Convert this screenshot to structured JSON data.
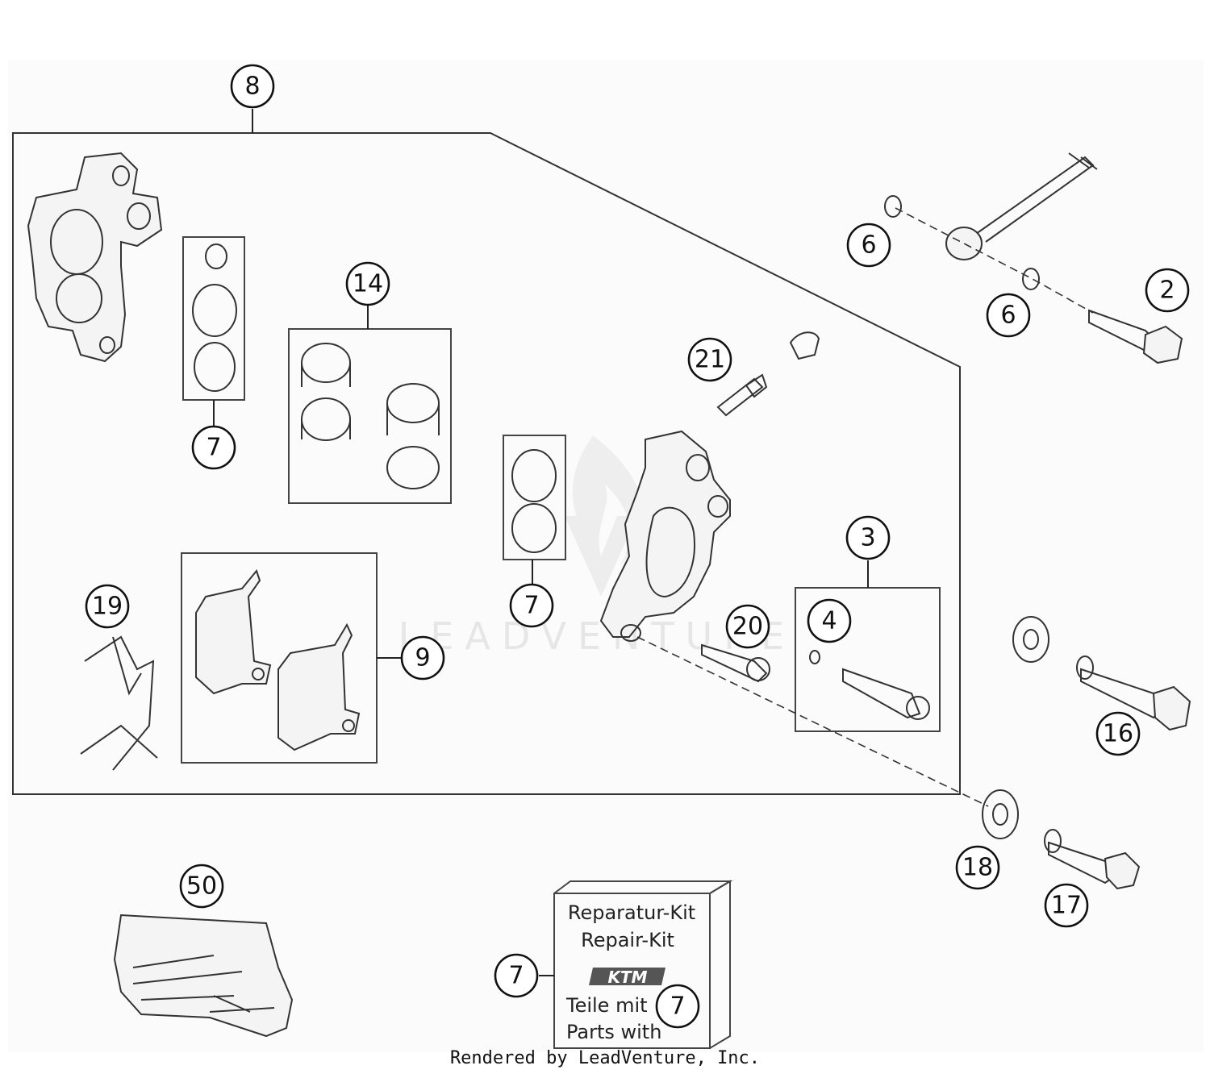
{
  "watermark": "LEADVENTURE",
  "footer": "Rendered by LeadVenture, Inc.",
  "repair_box": {
    "line1": "Reparatur-Kit",
    "line2": "Repair-Kit",
    "brand": "KTM",
    "line3": "Teile mit",
    "line4": "Parts with"
  },
  "callouts": {
    "c8": "8",
    "c6a": "6",
    "c6b": "6",
    "c2": "2",
    "c14": "14",
    "c7a": "7",
    "c21": "21",
    "c7b": "7",
    "c3": "3",
    "c4": "4",
    "c19": "19",
    "c9": "9",
    "c20": "20",
    "c16": "16",
    "c18": "18",
    "c17": "17",
    "c50": "50",
    "c7c": "7",
    "c7d": "7"
  }
}
